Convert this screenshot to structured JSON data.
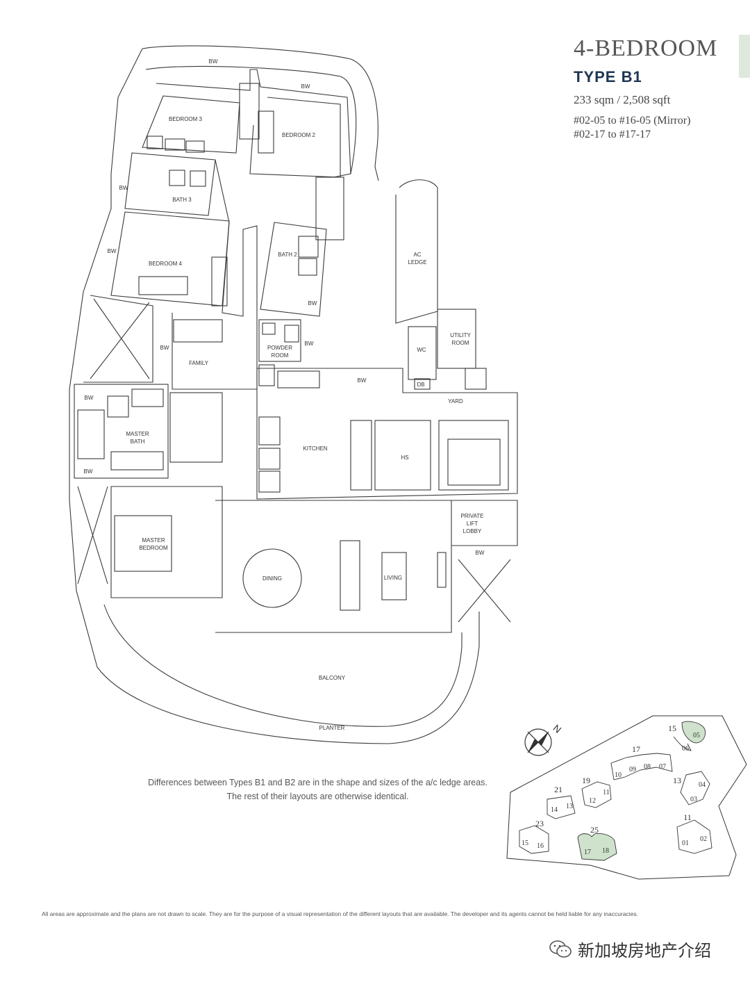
{
  "header": {
    "title": "4-BEDROOM",
    "type": "TYPE B1",
    "area": "233 sqm / 2,508 sqft",
    "units_line1": "#02-05 to #16-05 (Mirror)",
    "units_line2": "#02-17 to #17-17"
  },
  "colors": {
    "accent": "#dde9dc",
    "highlight": "#cfe3cc",
    "line": "#3a3a3a"
  },
  "rooms": {
    "bw": "BW",
    "bedroom3": "BEDROOM 3",
    "bedroom2": "BEDROOM 2",
    "bath3": "BATH 3",
    "bedroom4": "BEDROOM 4",
    "bath2": "BATH 2",
    "ac_ledge_1": "AC",
    "ac_ledge_2": "LEDGE",
    "powder_1": "POWDER",
    "powder_2": "ROOM",
    "family": "FAMILY",
    "utility_1": "UTILITY",
    "utility_2": "ROOM",
    "wc": "WC",
    "db": "DB",
    "yard": "YARD",
    "master_bath_1": "MASTER",
    "master_bath_2": "BATH",
    "kitchen": "KITCHEN",
    "hs": "HS",
    "lift_1": "PRIVATE",
    "lift_2": "LIFT",
    "lift_3": "LOBBY",
    "master_bed_1": "MASTER",
    "master_bed_2": "BEDROOM",
    "dining": "DINING",
    "living": "LIVING",
    "balcony": "BALCONY",
    "planter": "PLANTER"
  },
  "compass": {
    "north": "N"
  },
  "sitemap": {
    "blocks": [
      "15",
      "17",
      "19",
      "21",
      "13",
      "11",
      "23",
      "25"
    ],
    "units": [
      "05",
      "06",
      "10",
      "09",
      "08",
      "07",
      "04",
      "03",
      "11",
      "12",
      "14",
      "13",
      "02",
      "01",
      "15",
      "16",
      "17",
      "18"
    ]
  },
  "note": {
    "line1": "Differences between Types B1 and B2 are in the shape and sizes of the a/c ledge areas.",
    "line2": "The rest of their layouts are otherwise identical."
  },
  "disclaimer": "All areas are approximate and the plans are not drawn to scale. They are for the purpose of a visual representation of the different layouts that are available. The developer and its agents cannot be held liable for any inaccuracies.",
  "watermark": "新加坡房地产介绍"
}
